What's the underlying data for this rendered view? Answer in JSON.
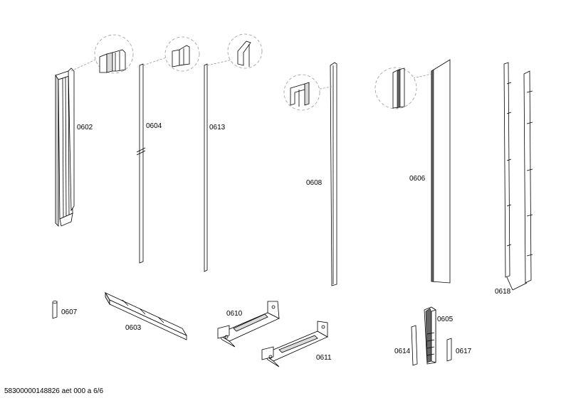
{
  "parts": [
    {
      "id": "p0602",
      "label": "0602"
    },
    {
      "id": "p0604",
      "label": "0604"
    },
    {
      "id": "p0613",
      "label": "0613"
    },
    {
      "id": "p0608",
      "label": "0608"
    },
    {
      "id": "p0606",
      "label": "0606"
    },
    {
      "id": "p0618",
      "label": "0618"
    },
    {
      "id": "p0607",
      "label": "0607"
    },
    {
      "id": "p0603",
      "label": "0603"
    },
    {
      "id": "p0610",
      "label": "0610"
    },
    {
      "id": "p0611",
      "label": "0611"
    },
    {
      "id": "p0605",
      "label": "0605"
    },
    {
      "id": "p0614",
      "label": "0614"
    },
    {
      "id": "p0617",
      "label": "0617"
    }
  ],
  "footer": {
    "document_id": "58300000148826 aet 000 a 6/6"
  }
}
